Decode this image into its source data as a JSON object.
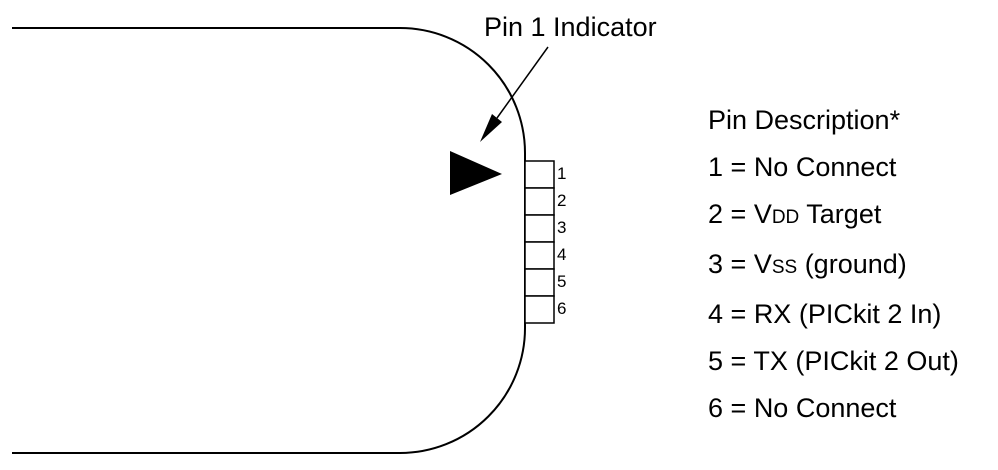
{
  "callout": {
    "label": "Pin 1 Indicator"
  },
  "connector": {
    "pins": [
      "1",
      "2",
      "3",
      "4",
      "5",
      "6"
    ]
  },
  "pin_description": {
    "title": "Pin Description*",
    "rows": [
      {
        "num": "1",
        "eq": " = ",
        "main": "No Connect",
        "sc": "",
        "rest": ""
      },
      {
        "num": "2",
        "eq": " = ",
        "main": "V",
        "sc": "DD",
        "rest": " Target"
      },
      {
        "num": "3",
        "eq": " = ",
        "main": "V",
        "sc": "SS",
        "rest": " (ground)"
      },
      {
        "num": "4",
        "eq": " = ",
        "main": "RX (PICkit 2 In)",
        "sc": "",
        "rest": ""
      },
      {
        "num": "5",
        "eq": " = ",
        "main": "TX (PICkit 2 Out)",
        "sc": "",
        "rest": ""
      },
      {
        "num": "6",
        "eq": " = ",
        "main": "No Connect",
        "sc": "",
        "rest": ""
      }
    ]
  }
}
